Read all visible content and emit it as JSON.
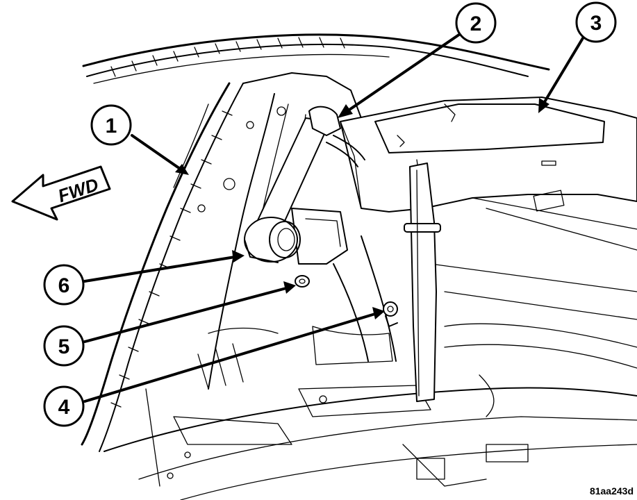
{
  "direction_label": "FWD",
  "callouts": [
    {
      "id": "1",
      "label": "1"
    },
    {
      "id": "2",
      "label": "2"
    },
    {
      "id": "3",
      "label": "3"
    },
    {
      "id": "4",
      "label": "4"
    },
    {
      "id": "5",
      "label": "5"
    },
    {
      "id": "6",
      "label": "6"
    }
  ],
  "figure_ref": "81aa243d"
}
